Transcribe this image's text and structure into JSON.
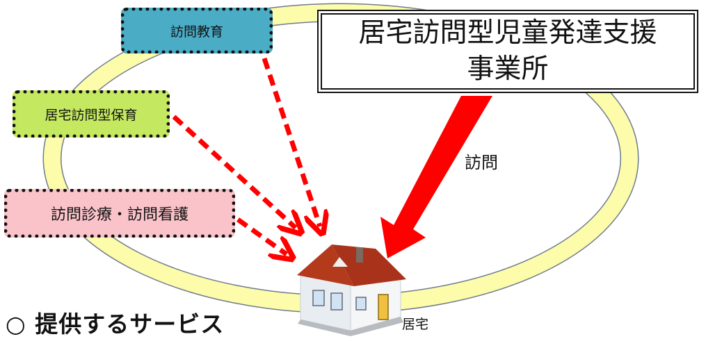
{
  "center_box": {
    "line1": "居宅訪問型児童発達支援",
    "line2": "事業所"
  },
  "boxes": {
    "kyouiku": "訪問教育",
    "hoiku": "居宅訪問型保育",
    "shinryo": "訪問診療・訪問看護"
  },
  "labels": {
    "houmon": "訪問",
    "kyotaku": "居宅"
  },
  "section_heading": "○ 提供するサービス",
  "colors": {
    "ring": "#fcfcaa",
    "ring_edge": "#6f7a8e",
    "arrow": "#ff0000",
    "kyouiku_fill": "#4bacc6",
    "hoiku_fill": "#c4e860",
    "shinryo_fill": "#f9c3c9"
  },
  "icons": {
    "house": "house-icon"
  }
}
